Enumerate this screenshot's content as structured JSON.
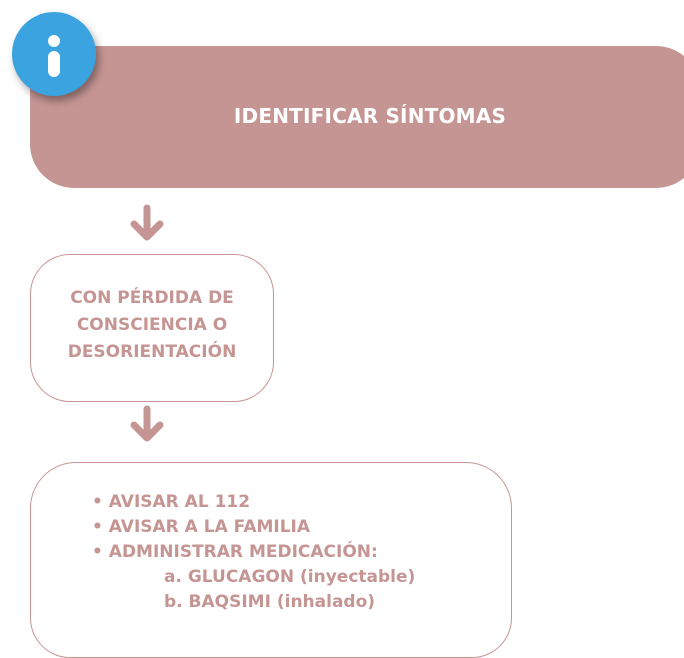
{
  "header": {
    "title": "IDENTIFICAR SÍNTOMAS",
    "icon": "info-icon",
    "color": "#c59593"
  },
  "steps": [
    {
      "lines": [
        "CON PÉRDIDA DE",
        "CONSCIENCIA O",
        "DESORIENTACIÓN"
      ]
    },
    {
      "items": [
        "• AVISAR AL 112",
        "• AVISAR A LA FAMILIA",
        "• ADMINISTRAR MEDICACIÓN:"
      ],
      "subitems": [
        "a. GLUCAGON (inyectable)",
        "b. BAQSIMI (inhalado)"
      ]
    }
  ],
  "colors": {
    "accent": "#c59593",
    "info_circle": "#3aa3e0"
  }
}
